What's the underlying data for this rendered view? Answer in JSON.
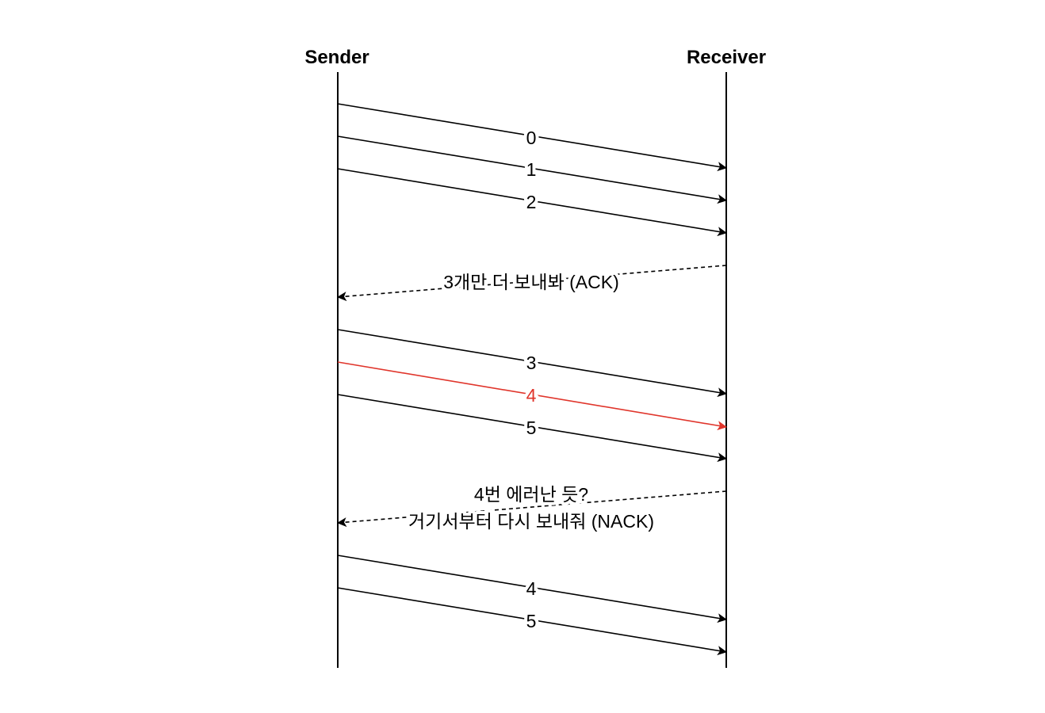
{
  "participants": {
    "sender": "Sender",
    "receiver": "Receiver"
  },
  "colors": {
    "default": "#000000",
    "error": "#e0352b"
  },
  "messages": [
    {
      "label": "0",
      "direction": "to-receiver",
      "style": "solid",
      "color": "default"
    },
    {
      "label": "1",
      "direction": "to-receiver",
      "style": "solid",
      "color": "default"
    },
    {
      "label": "2",
      "direction": "to-receiver",
      "style": "solid",
      "color": "default"
    },
    {
      "label": "3개만 더 보내봐 (ACK)",
      "direction": "to-sender",
      "style": "dashed",
      "color": "default"
    },
    {
      "label": "3",
      "direction": "to-receiver",
      "style": "solid",
      "color": "default"
    },
    {
      "label": "4",
      "direction": "to-receiver",
      "style": "solid",
      "color": "error"
    },
    {
      "label": "5",
      "direction": "to-receiver",
      "style": "solid",
      "color": "default"
    },
    {
      "label": "4번 에러난 듯?",
      "label_line2": "거기서부터 다시 보내줘 (NACK)",
      "direction": "to-sender",
      "style": "dashed",
      "color": "default"
    },
    {
      "label": "4",
      "direction": "to-receiver",
      "style": "solid",
      "color": "default"
    },
    {
      "label": "5",
      "direction": "to-receiver",
      "style": "solid",
      "color": "default"
    }
  ]
}
